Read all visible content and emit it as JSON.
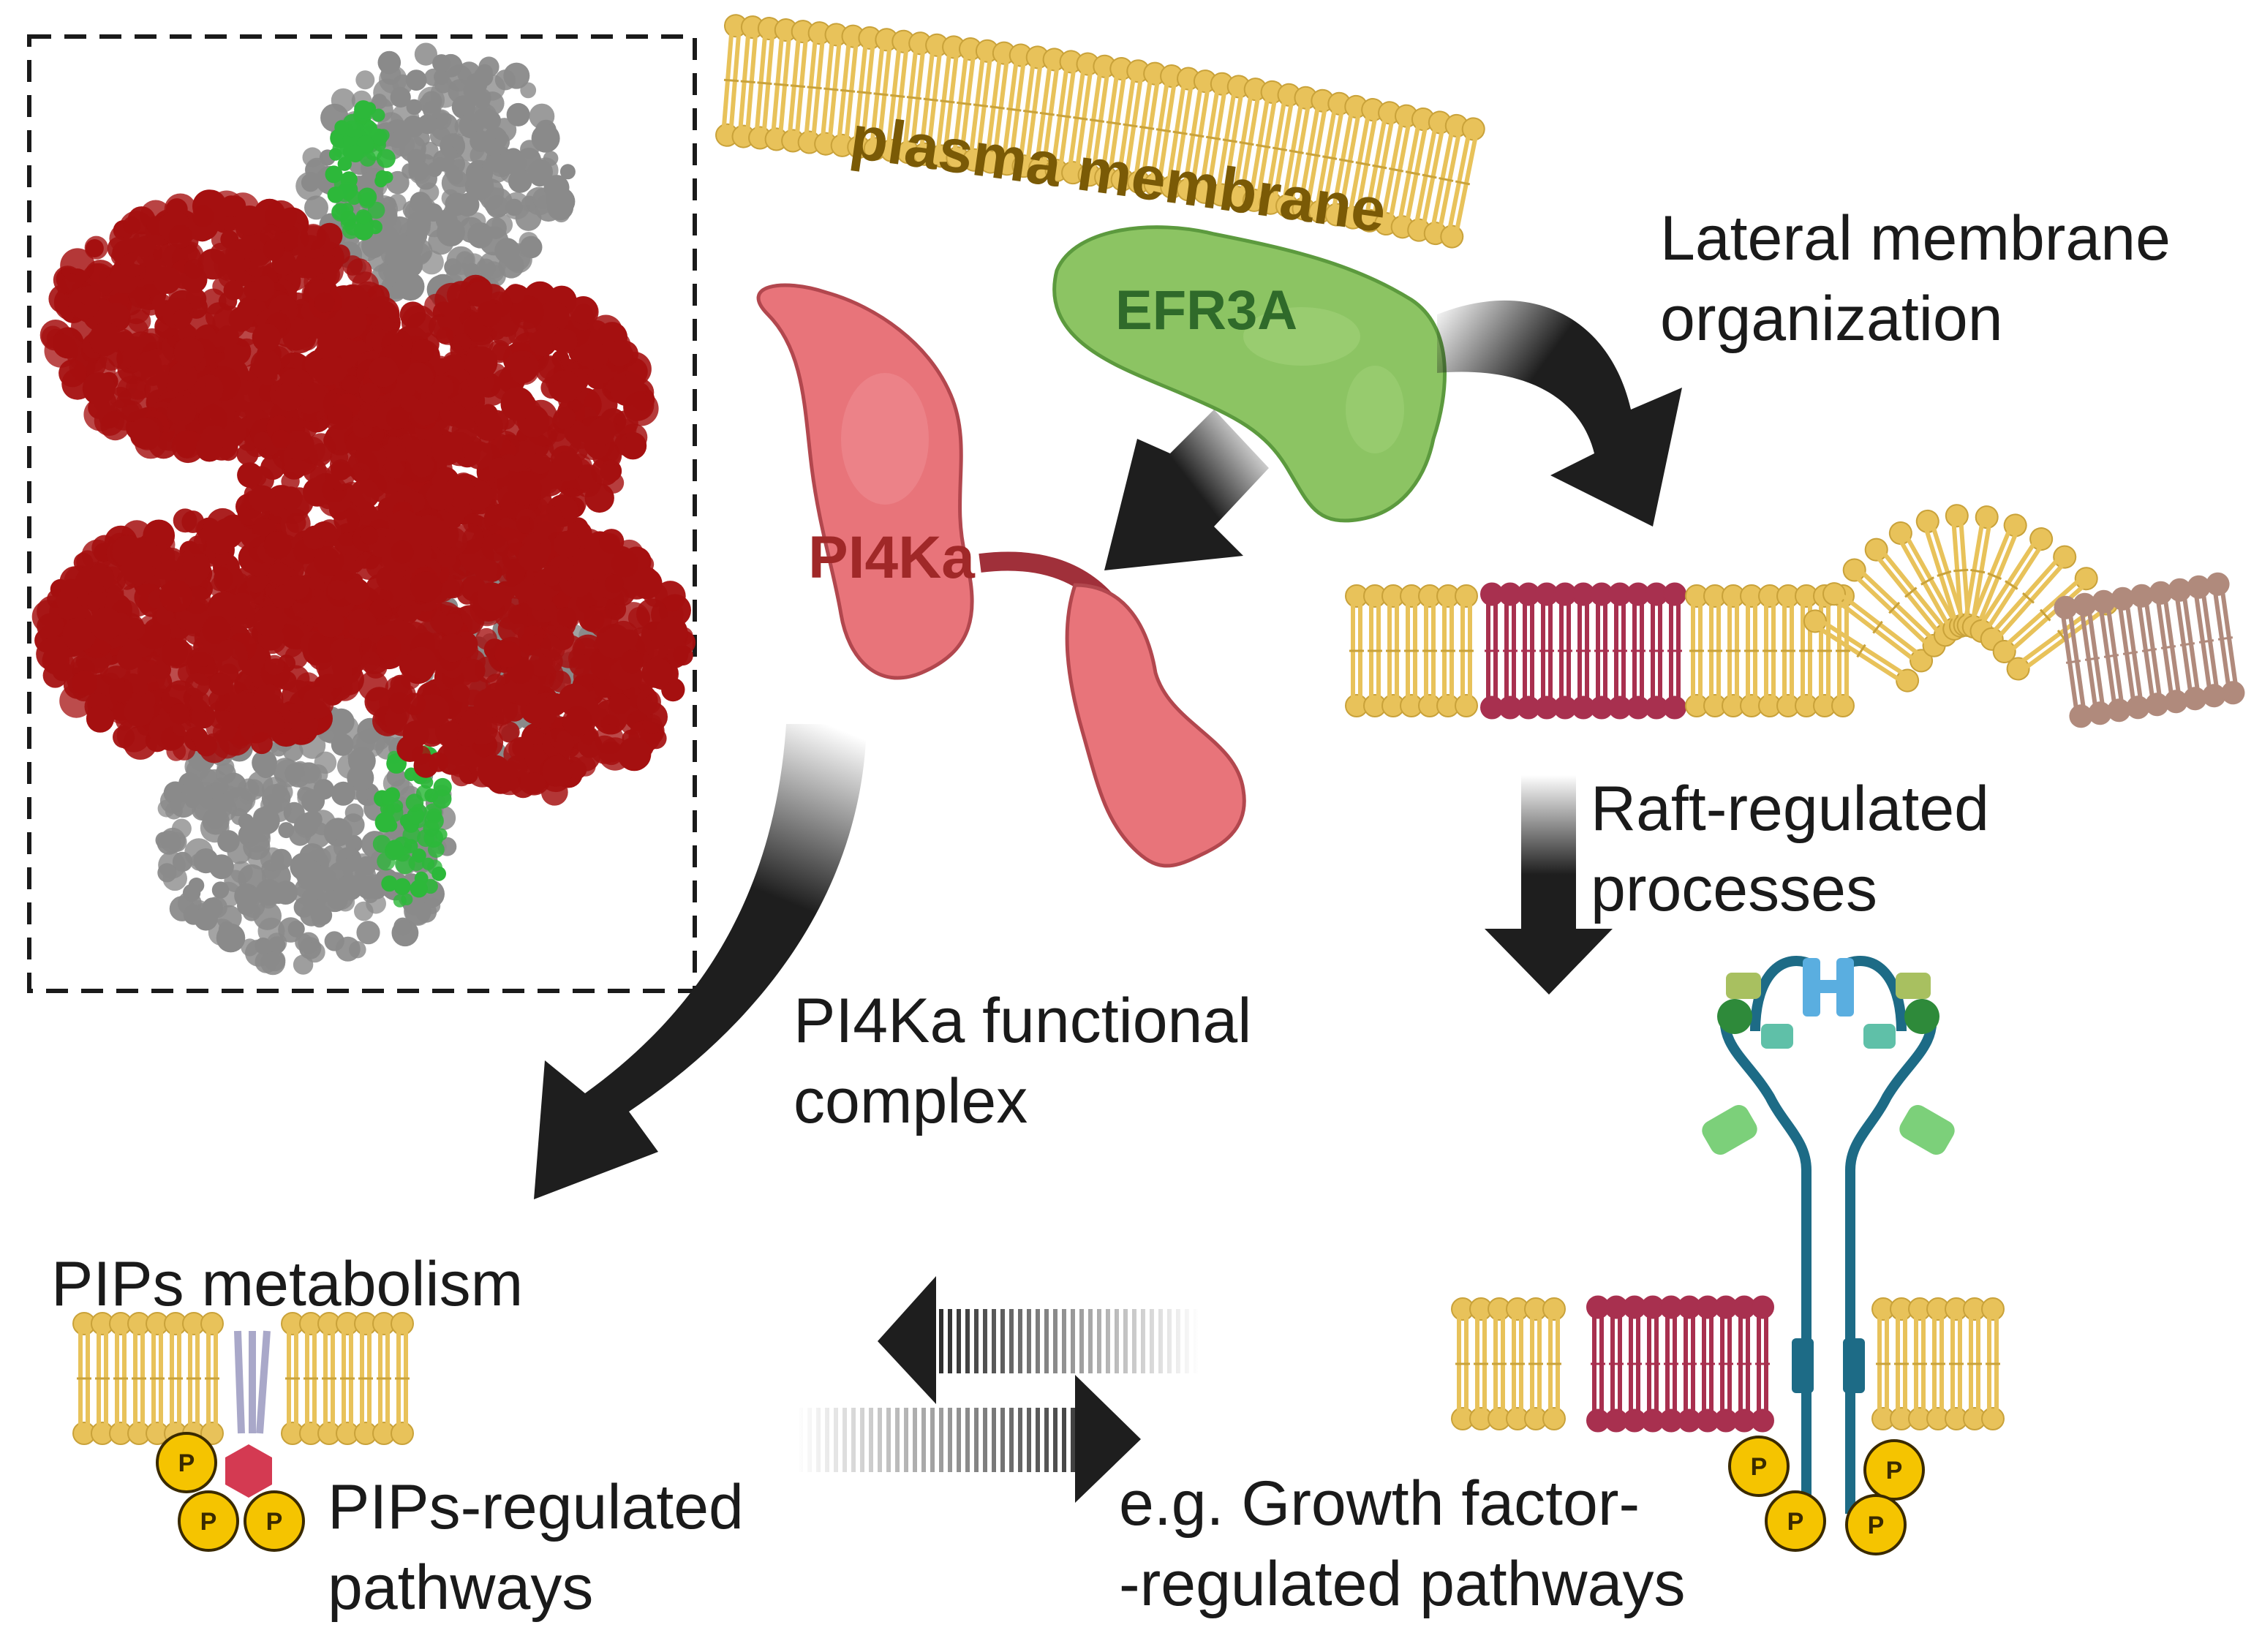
{
  "labels": {
    "plasma_membrane": "plasma membrane",
    "efr3a": "EFR3A",
    "pi4ka": "PI4Ka",
    "lateral_line1": "Lateral membrane",
    "lateral_line2": "organization",
    "raft_line1": "Raft-regulated",
    "raft_line2": "processes",
    "complex_line1": "PI4Ka functional",
    "complex_line2": "complex",
    "pips_metabolism": "PIPs metabolism",
    "pips_reg_line1": "PIPs-regulated",
    "pips_reg_line2": "pathways",
    "growth_line1": "e.g. Growth factor-",
    "growth_line2": "-regulated pathways",
    "phosphate": "P"
  },
  "colors": {
    "lipid_yellow": "#e8c25a",
    "lipid_yellow_dark": "#c9a23a",
    "raft_red": "#a8304f",
    "lipid_brown": "#b08a7c",
    "efr3a_green": "#8cc463",
    "pi4ka_pink": "#e8747a",
    "protein_red": "#a51010",
    "protein_grey": "#8a8a8a",
    "protein_green": "#2db83a",
    "arrow_black": "#1e1e1e",
    "phosphate_yellow": "#f5c400",
    "receptor_teal": "#1d6b86"
  }
}
